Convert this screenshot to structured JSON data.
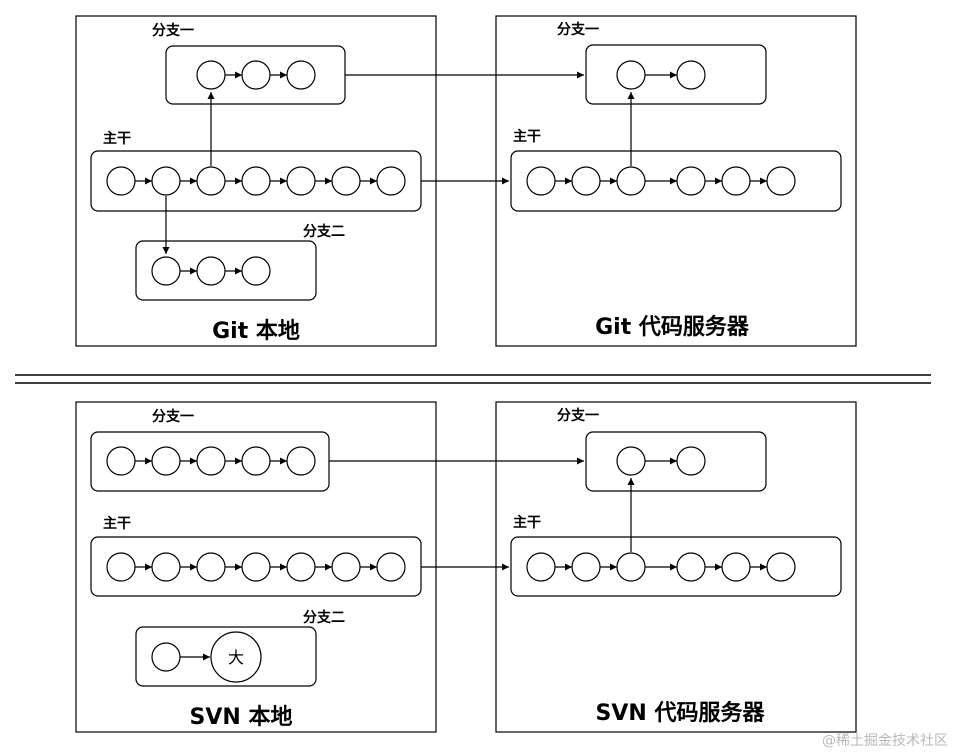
{
  "top": {
    "local": {
      "title": "Git 本地",
      "branch1_label": "分支一",
      "trunk_label": "主干",
      "branch2_label": "分支二"
    },
    "server": {
      "title": "Git 代码服务器",
      "branch1_label": "分支一",
      "trunk_label": "主干"
    }
  },
  "bottom": {
    "local": {
      "title": "SVN 本地",
      "branch1_label": "分支一",
      "trunk_label": "主干",
      "branch2_label": "分支二",
      "big_node_text": "大"
    },
    "server": {
      "title": "SVN 代码服务器",
      "branch1_label": "分支一",
      "trunk_label": "主干"
    }
  },
  "watermark": "@稀土掘金技术社区",
  "colors": {
    "stroke": "#000000",
    "background": "#ffffff",
    "watermark": "#b8b8b8"
  }
}
